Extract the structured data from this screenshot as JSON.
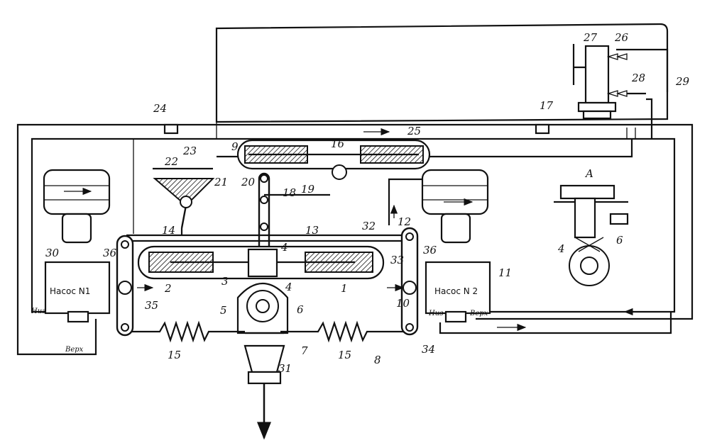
{
  "labels": {
    "n1": "1",
    "n2": "2",
    "n3": "3",
    "n4": "4",
    "n5": "5",
    "n6": "6",
    "n7": "7",
    "n8": "8",
    "n9": "9",
    "n10": "10",
    "n11": "11",
    "n12": "12",
    "n13": "13",
    "n14": "14",
    "n15a": "15",
    "n15b": "15",
    "n16": "16",
    "n17": "17",
    "n18": "18",
    "n19": "19",
    "n20": "20",
    "n21": "21",
    "n22": "22",
    "n23": "23",
    "n24": "24",
    "n25": "25",
    "n26": "26",
    "n27": "27",
    "n28": "28",
    "n29": "29",
    "n30": "30",
    "n31": "31",
    "n32": "32",
    "n33": "33",
    "n34": "34",
    "n35": "35",
    "n36a": "36",
    "n36b": "36"
  },
  "pumps": {
    "pump1": "Насос N1",
    "pump2": "Насос N 2"
  },
  "ports": {
    "low_left": "Низ",
    "high_left": "Верх",
    "low_right": "Низ",
    "high_right": "Верх"
  },
  "section": {
    "title": "A",
    "left": "4",
    "right": "6"
  }
}
